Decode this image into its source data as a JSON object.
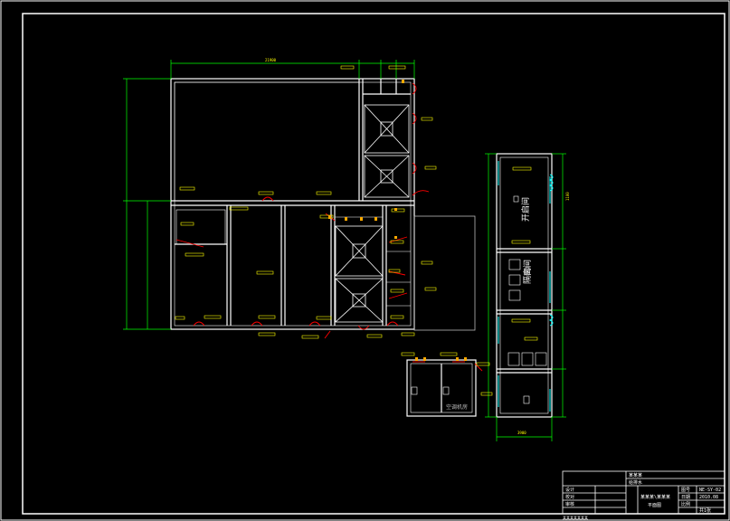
{
  "colors": {
    "background": "#000000",
    "wall": "#ffffff",
    "dimension": "#00ff00",
    "dimension_text": "#ffff00",
    "door": "#ff0000",
    "equipment": "#00ffff",
    "tag": "#ffff00"
  },
  "dimensions": {
    "top_total": "21900",
    "right_annex_top": "1100",
    "right_annex_bottom": "3900"
  },
  "rooms": {
    "annex_upper": "开启间",
    "annex_middle": "隔离间",
    "small_block": "空调机房"
  },
  "title_block": {
    "project": "某某某",
    "drawing": "给排水",
    "title_line1": "某某某\\某某某",
    "title_line2": "平面图",
    "drawing_no_label": "图号",
    "drawing_no": "NE-SY-02",
    "date_label": "日期",
    "date": "2010.08",
    "scale_label": "比例",
    "sheet": "共1张",
    "designer_label": "设计",
    "checker_label": "校对",
    "approver_label": "审核",
    "note": "某某某某某某某"
  }
}
